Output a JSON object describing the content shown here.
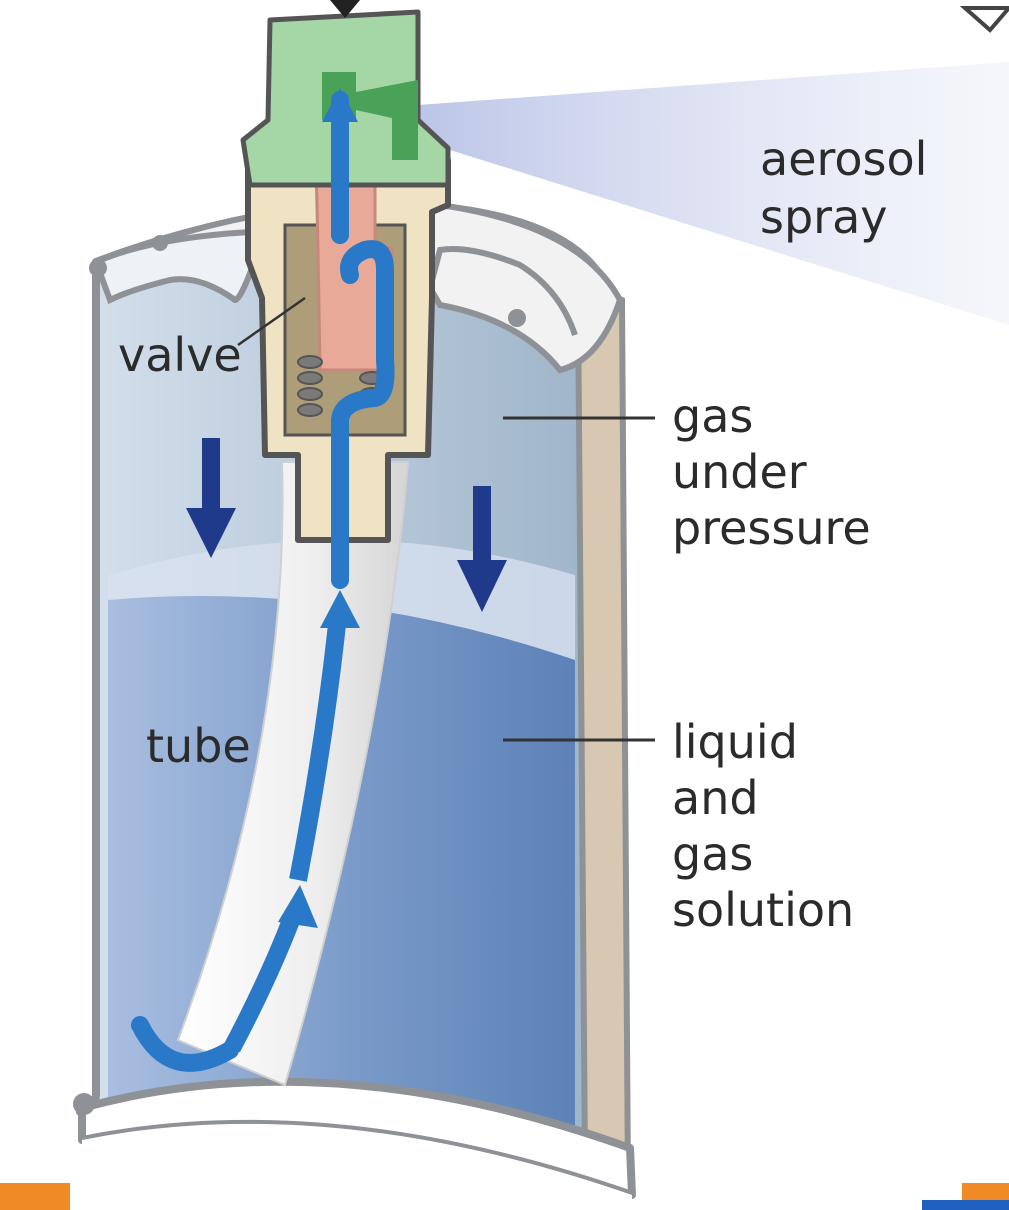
{
  "labels": {
    "aerosol": [
      "aerosol",
      "spray"
    ],
    "valve": "valve",
    "gas": [
      "gas",
      "under",
      "pressure"
    ],
    "tube": "tube",
    "liquid": [
      "liquid",
      "and",
      "gas",
      "solution"
    ]
  },
  "colors": {
    "can_body": "#c6d1e0",
    "gas_region": "#a8bccf",
    "liquid_region": "#6d8fc0",
    "liquid_surface": "#d9e2ef",
    "can_wall": "#8e9196",
    "tan_wall": "#d9c8b3",
    "valve_housing": "#efe3c4",
    "valve_stem": "#e8a89a",
    "nozzle": "#9fd3a0",
    "nozzle_dark": "#4fa35b",
    "flow_arrow": "#2a78c8",
    "pressure_arrow": "#1f3a8a",
    "tube": "#f3f3f3",
    "spray": "#c9d0ea",
    "text": "#2b2b2b",
    "corner_accent": "#f08a24"
  }
}
